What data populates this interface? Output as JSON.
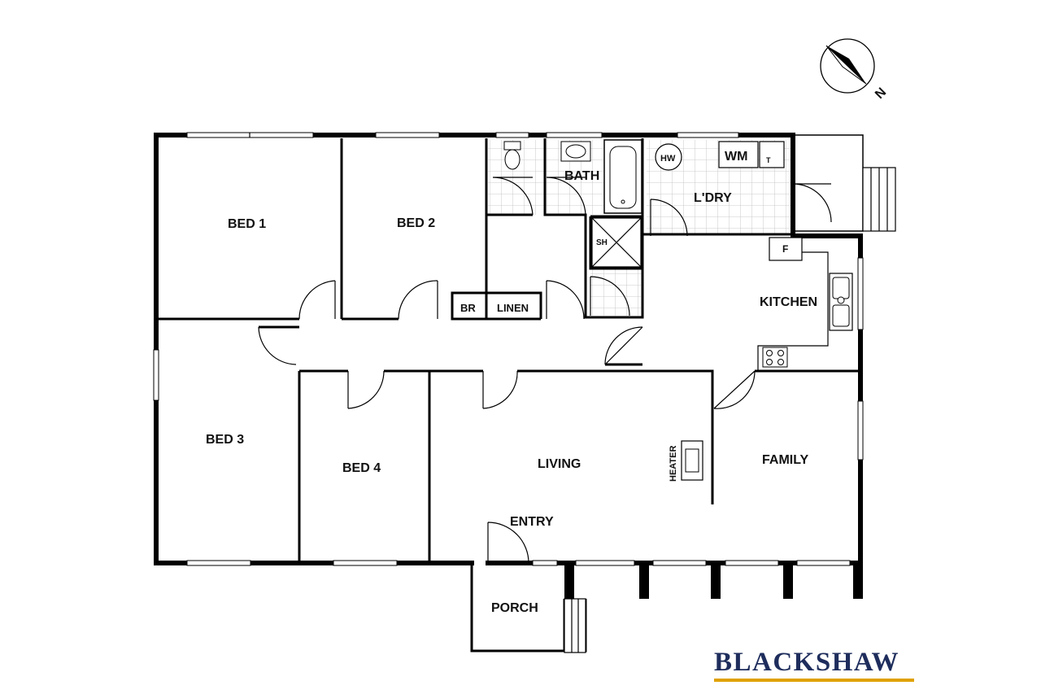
{
  "rooms": {
    "bed1": "BED 1",
    "bed2": "BED 2",
    "bed3": "BED 3",
    "bed4": "BED 4",
    "bath": "BATH",
    "laundry": "L'DRY",
    "kitchen": "KITCHEN",
    "living": "LIVING",
    "family": "FAMILY",
    "entry": "ENTRY",
    "porch": "PORCH"
  },
  "fixtures": {
    "br": "BR",
    "linen": "LINEN",
    "shower": "SH",
    "hot_water": "HW",
    "washing_machine": "WM",
    "tub": "T",
    "fridge": "F",
    "heater": "HEATER"
  },
  "compass": {
    "north_label": "N"
  },
  "brand": {
    "name": "BLACKSHAW",
    "name_color": "#1e2d5c",
    "accent_color": "#e0a100"
  }
}
